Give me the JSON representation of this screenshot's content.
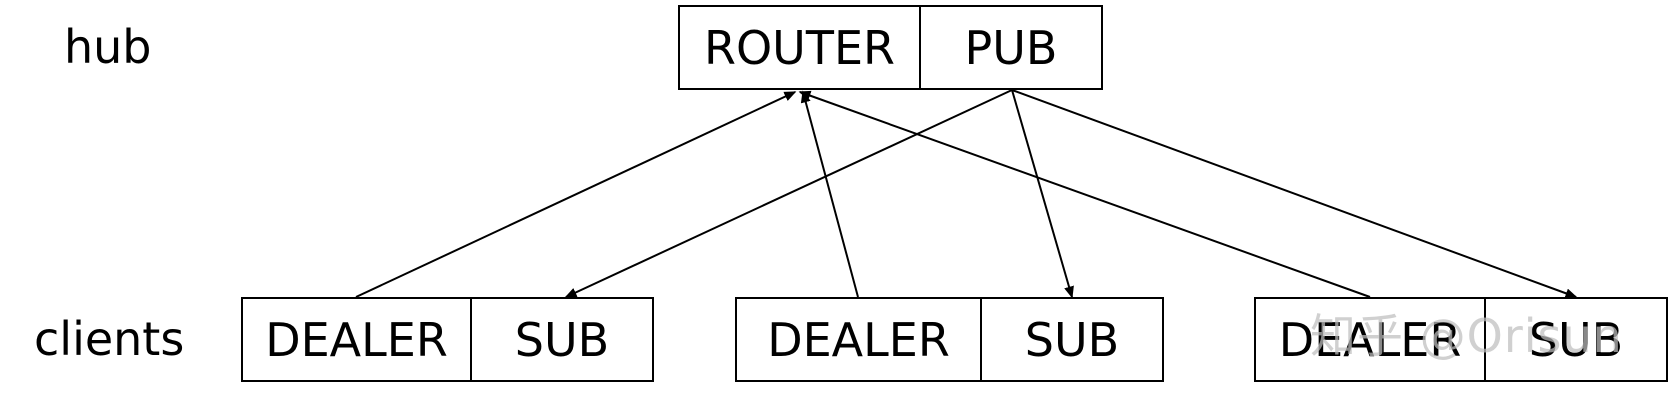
{
  "labels": {
    "hub": "hub",
    "clients": "clients"
  },
  "hub": {
    "router": "ROUTER",
    "pub": "PUB"
  },
  "clients": [
    {
      "dealer": "DEALER",
      "sub": "SUB"
    },
    {
      "dealer": "DEALER",
      "sub": "SUB"
    },
    {
      "dealer": "DEALER",
      "sub": "SUB"
    }
  ],
  "watermark": "知乎 @Orisun"
}
